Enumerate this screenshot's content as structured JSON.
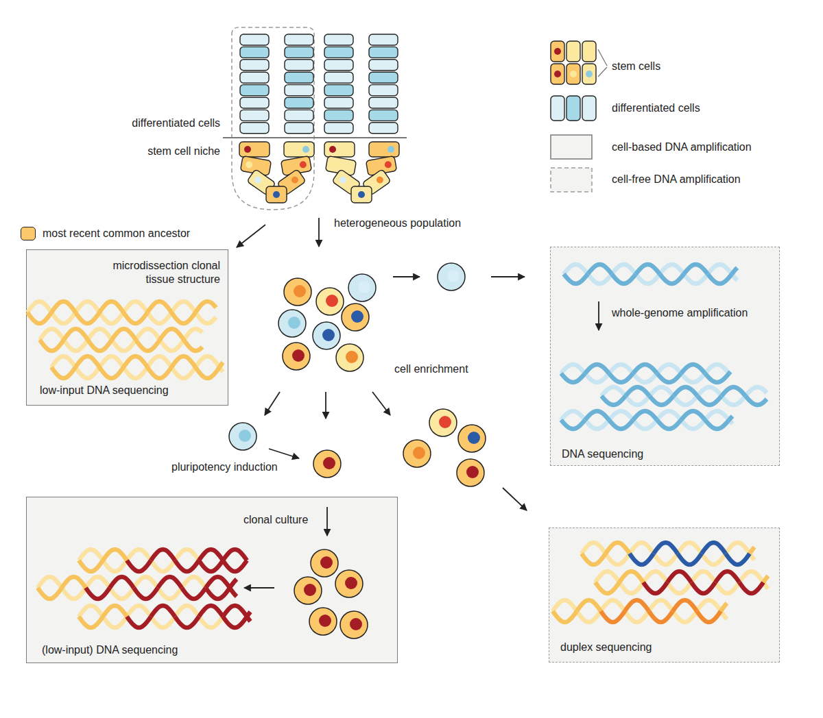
{
  "diagram": {
    "nodes": [
      {
        "text": [
          "microdissection clonal tissue structure",
          "low-input DNA sequencing"
        ]
      },
      {
        "text": [
          "whole-genome amplification",
          "DNA sequencing"
        ]
      },
      {
        "text": [
          "clonal culture",
          "(low-input) DNA sequencing"
        ]
      },
      {
        "text": [
          "duplex sequencing"
        ]
      }
    ],
    "labels": [
      "differentiated cells",
      "stem cell niche",
      "heterogeneous population",
      "cell enrichment",
      "pluripotency induction"
    ],
    "legend": [
      {
        "text": "stem cells"
      },
      {
        "text": "differentiated cells"
      },
      {
        "text": "cell-based DNA amplification"
      },
      {
        "text": "cell-free DNA amplification"
      },
      {
        "text": "most recent common ancestor",
        "color": "#fbc96b"
      }
    ]
  }
}
